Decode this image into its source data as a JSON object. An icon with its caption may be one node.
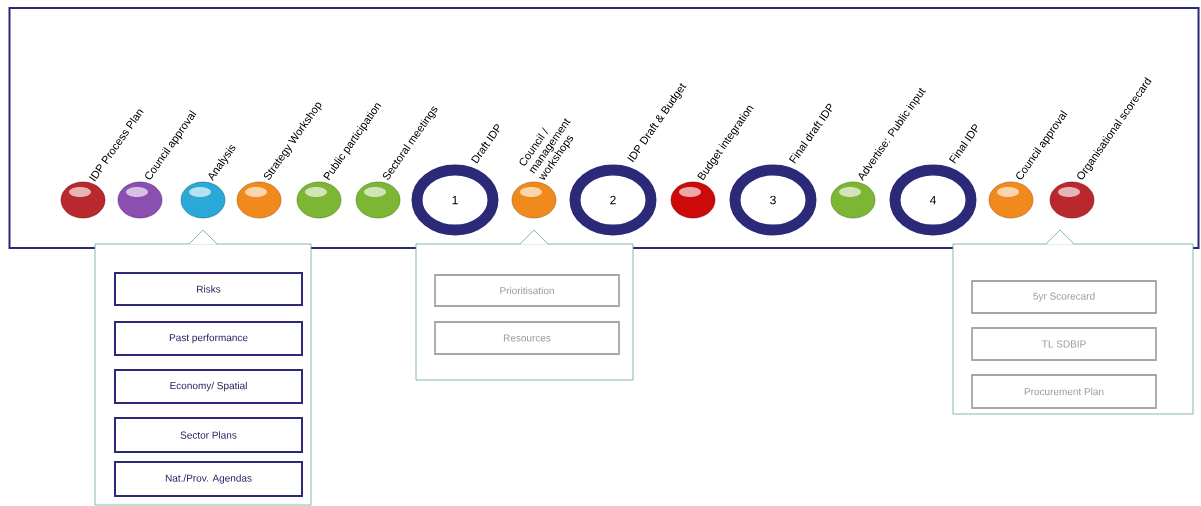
{
  "diagram": {
    "nodes": [
      {
        "text": [],
        "shape": "box"
      },
      {
        "text": [
          "IDP Process Plan"
        ],
        "in": 0
      },
      {
        "text": [
          "Council approval"
        ],
        "in": 0
      },
      {
        "text": [
          "Analysis"
        ],
        "in": 0
      },
      {
        "text": [
          "Strategy Workshop"
        ],
        "in": 0
      },
      {
        "text": [
          "Public participation"
        ],
        "in": 0
      },
      {
        "text": [
          "Sectoral meetings"
        ],
        "in": 0
      },
      {
        "text": [
          "1",
          "Draft IDP"
        ],
        "in": 0
      },
      {
        "text": [
          "Council / management workshops"
        ],
        "in": 0
      },
      {
        "text": [
          "2",
          "IDP Draft & Budget"
        ],
        "in": 0
      },
      {
        "text": [
          "Budget integration"
        ],
        "in": 0
      },
      {
        "text": [
          "3",
          "Final draft IDP"
        ],
        "in": 0
      },
      {
        "text": [
          "Advertise: Public input"
        ],
        "in": 0
      },
      {
        "text": [
          "4",
          "Final IDP"
        ],
        "in": 0
      },
      {
        "text": [
          "Council approval"
        ],
        "in": 0
      },
      {
        "text": [
          "Organisational scorecard"
        ],
        "in": 0
      },
      {
        "text": [],
        "shape": "box"
      },
      {
        "text": [
          "Risks"
        ],
        "in": 16
      },
      {
        "text": [
          "Past performance"
        ],
        "in": 16
      },
      {
        "text": [
          "Economy/ Spatial"
        ],
        "in": 16
      },
      {
        "text": [
          "Sector Plans"
        ],
        "in": 16
      },
      {
        "text": [
          "Nat./Prov. Agendas"
        ],
        "in": 16
      },
      {
        "text": [],
        "shape": "box"
      },
      {
        "text": [
          "Prioritisation"
        ],
        "in": 22
      },
      {
        "text": [
          "Resources"
        ],
        "in": 22
      },
      {
        "text": [],
        "shape": "box"
      },
      {
        "text": [
          "5yr Scorecard"
        ],
        "in": 25
      },
      {
        "text": [
          "TL SDBIP"
        ],
        "in": 25
      },
      {
        "text": [
          "Procurement Plan"
        ],
        "in": 25
      }
    ]
  }
}
